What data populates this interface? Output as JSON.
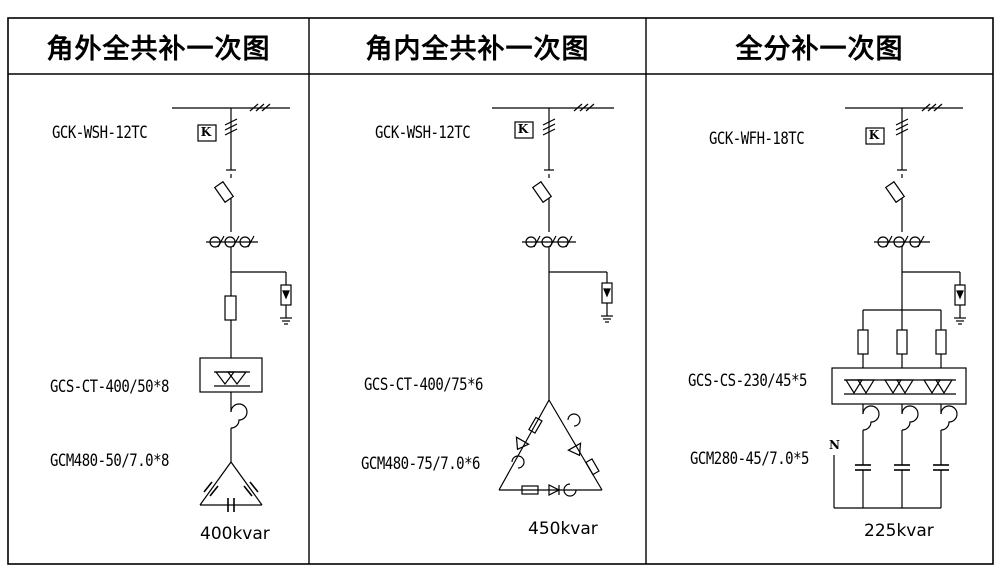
{
  "panels": [
    {
      "title": "角外全共补一次图",
      "cabinet": "GCK-WSH-12TC",
      "switch_model": "GCS-CT-400/50*8",
      "capacitor_model": "GCM480-50/7.0*8",
      "capacity": "400kvar"
    },
    {
      "title": "角内全共补一次图",
      "cabinet": "GCK-WSH-12TC",
      "switch_model": "GCS-CT-400/75*6",
      "capacitor_model": "GCM480-75/7.0*6",
      "capacity": "450kvar"
    },
    {
      "title": "全分补一次图",
      "cabinet": "GCK-WFH-18TC",
      "switch_model": "GCS-CS-230/45*5",
      "capacitor_model": "GCM280-45/7.0*5",
      "capacity": "225kvar",
      "neutral": "N"
    }
  ],
  "breaker_mark": "K"
}
